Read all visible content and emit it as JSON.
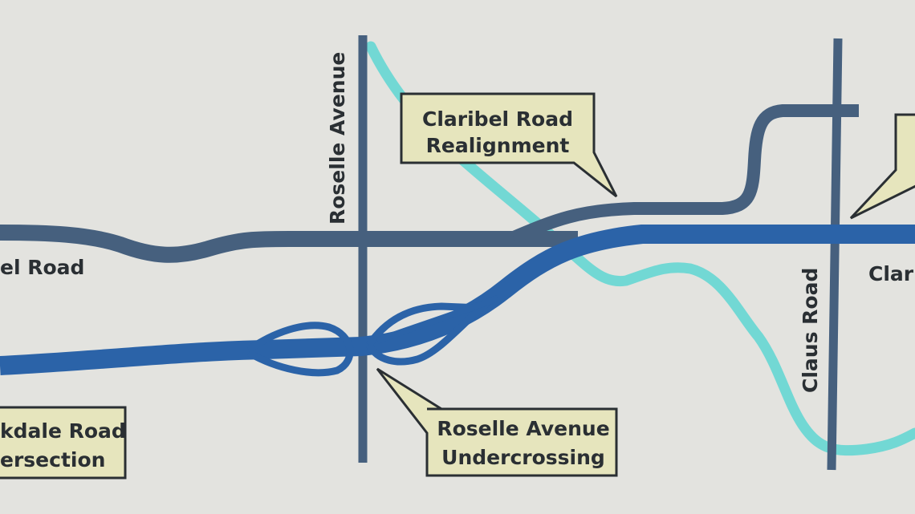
{
  "colors": {
    "background": "#e3e3df",
    "local_road": "#46607e",
    "highway": "#2b63a8",
    "canal": "#72d8d4",
    "callout_fill": "#e6e5bd",
    "callout_border": "#2a2f33"
  },
  "roads": {
    "roselle": "Roselle Avenue",
    "claribel_left": "el Road",
    "claribel_right": "Clar",
    "claus": "Claus Road"
  },
  "callouts": {
    "realignment": {
      "line1": "Claribel Road",
      "line2": "Realignment"
    },
    "undercrossing": {
      "line1": "Roselle Avenue",
      "line2": "Undercrossing"
    },
    "oakdale": {
      "line1": "kdale Road",
      "line2": "ersection"
    }
  }
}
